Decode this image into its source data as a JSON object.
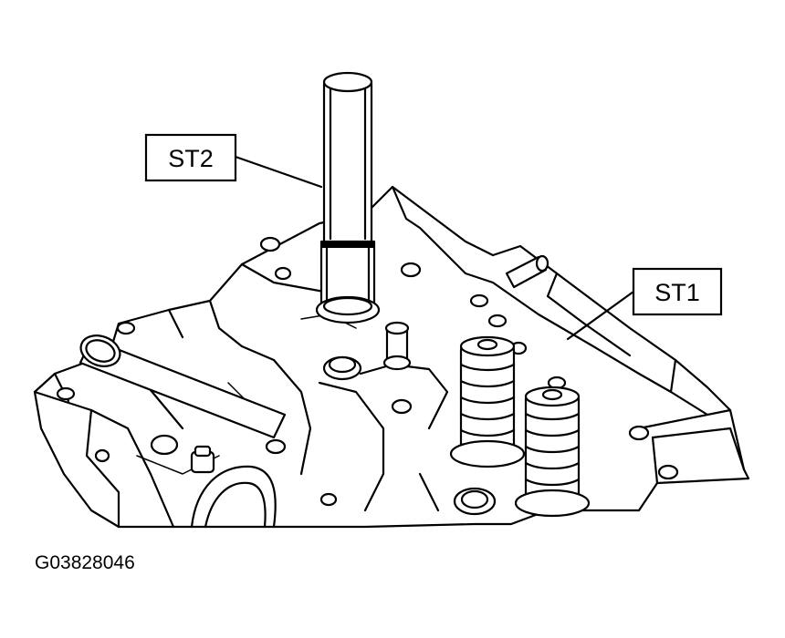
{
  "labels": {
    "st2": "ST2",
    "st1": "ST1"
  },
  "figure_id": "G03828046",
  "colors": {
    "line": "#000000",
    "background": "#ffffff"
  }
}
